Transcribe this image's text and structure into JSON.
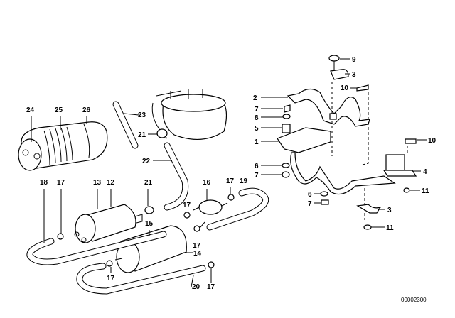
{
  "diagram": {
    "catalog_number": "00002300",
    "part_labels": [
      "24",
      "25",
      "26",
      "23",
      "21",
      "22",
      "18",
      "17",
      "13",
      "12",
      "21",
      "16",
      "17",
      "19",
      "17",
      "15",
      "17",
      "14",
      "17",
      "20",
      "17",
      "9",
      "3",
      "2",
      "10",
      "7",
      "8",
      "5",
      "1",
      "6",
      "7",
      "10",
      "4",
      "11",
      "6",
      "7",
      "3",
      "11"
    ]
  }
}
